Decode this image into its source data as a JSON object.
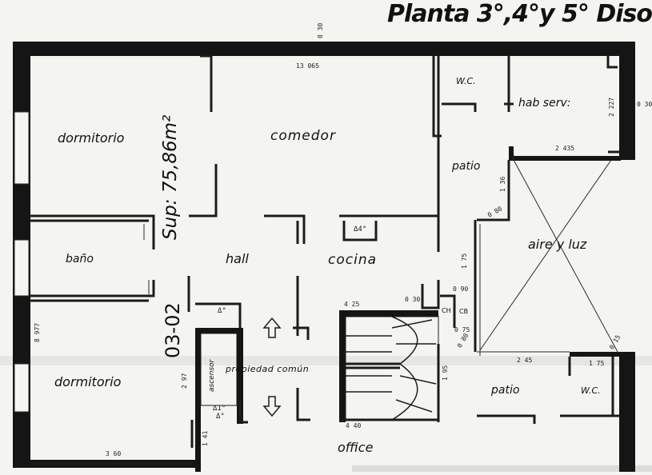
{
  "title": "Planta 3°,4°y 5° Diso",
  "unit": {
    "code": "03-02",
    "area": "Sup: 75,86m²"
  },
  "rooms": {
    "dormitorio_top": "dormitorio",
    "comedor": "comedor",
    "wc_top": "W.C.",
    "hab_serv": "hab serv:",
    "patio_top": "patio",
    "aire_luz": "aire y luz",
    "bano": "baño",
    "hall": "hall",
    "cocina": "cocina",
    "dormitorio_bottom": "dormitorio",
    "propiedad_comun": "propiedad común",
    "ascensor": "ascensor",
    "patio_bottom": "patio",
    "wc_bottom": "W.C.",
    "office": "office",
    "ch": "CH",
    "cb": "CB"
  },
  "dimensions": {
    "top_width": "13 065",
    "top_thk": "0 30",
    "right_thk": "0 30",
    "hab_height": "2 227",
    "hab_width": "2 435",
    "patio_v1": "1 36",
    "patio_h1": "0 80",
    "v175": "1 75",
    "left_height": "8 977",
    "v297": "2 97",
    "v141": "1 41",
    "h360": "3 60",
    "h425": "4 25",
    "h030": "0 30",
    "h090": "0 90",
    "h075": "0 75",
    "h080": "0 80",
    "v195": "1 95",
    "h440": "4 40",
    "h245": "2 45",
    "h015": "0 15",
    "h175b": "1 75",
    "delta4_a": "Δ°",
    "delta4_b": "Δ°",
    "delta4_c": "Δ4°",
    "delta1": "Δ1°"
  },
  "colors": {
    "wall": "#151515",
    "line": "#2a2a2a",
    "paper": "#f4f4f1"
  }
}
